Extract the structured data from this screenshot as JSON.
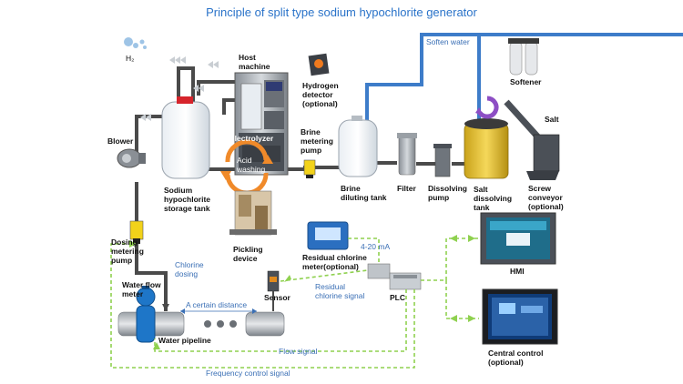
{
  "title": "Principle of split type sodium hypochlorite generator",
  "labels": {
    "h2": "H₂",
    "host_machine": "Host\nmachine",
    "hydrogen_detector": "Hydrogen\ndetector\n(optional)",
    "soften_water": "Soften water",
    "softener": "Softener",
    "salt": "Salt",
    "blower": "Blower",
    "electrolyzer": "Electrolyzer",
    "acid_washing": "Acid\nwashing",
    "brine_metering_pump": "Brine\nmetering\npump",
    "storage_tank": "Sodium\nhypochlorite\nstorage tank",
    "brine_diluting_tank": "Brine\ndiluting tank",
    "filter": "Filter",
    "dissolving_pump": "Dissolving\npump",
    "salt_dissolving_tank": "Salt\ndissolving\ntank",
    "screw_conveyor": "Screw\nconveyor\n(optional)",
    "dosing_metering_pump": "Dosing\nmetering\npump",
    "chlorine_dosing": "Chlorine\ndosing",
    "pickling_device": "Pickling\ndevice",
    "residual_chlorine_meter": "Residual chlorine\nmeter(optional)",
    "ma_signal": "4-20 mA",
    "hmi": "HMI",
    "water_flow_meter": "Water flow\nmeter",
    "sensor": "Sensor",
    "residual_chlorine_signal": "Residual\nchlorine signal",
    "plc": "PLC",
    "certain_distance": "A certain distance",
    "water_pipeline": "Water pipeline",
    "flow_signal": "Flow signal",
    "frequency_control_signal": "Frequency control signal",
    "central_control": "Central control\n(optional)"
  },
  "colors": {
    "title": "#2a73c9",
    "soft_water_pipe": "#3d7cc9",
    "gas_pipe": "#555555",
    "signal_line": "#8fd14f",
    "text_blue": "#3a6fb5"
  }
}
